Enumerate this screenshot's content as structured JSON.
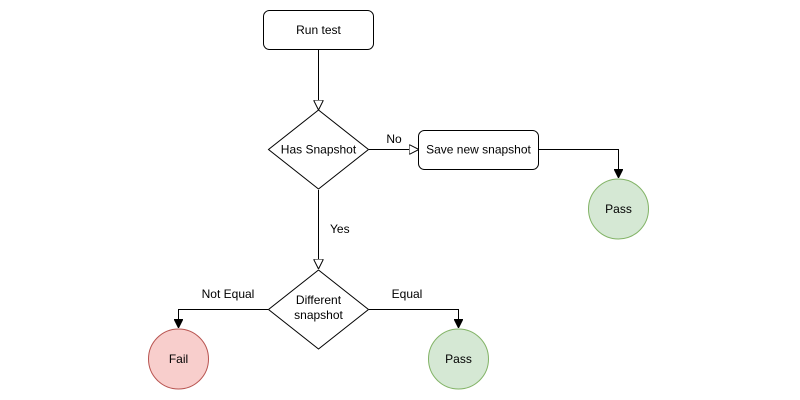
{
  "colors": {
    "process_fill": "#ffffff",
    "process_stroke": "#000000",
    "pass_fill": "#d5e8d4",
    "pass_stroke": "#82b366",
    "fail_fill": "#f8cecc",
    "fail_stroke": "#b85450"
  },
  "nodes": {
    "run_test": {
      "label": "Run test",
      "shape": "rounded-rectangle"
    },
    "has_snapshot": {
      "label": "Has Snapshot",
      "shape": "diamond"
    },
    "save_snapshot": {
      "label": "Save new snapshot",
      "shape": "rounded-rectangle"
    },
    "pass_top": {
      "label": "Pass",
      "shape": "circle"
    },
    "different_snapshot": {
      "line1": "Different",
      "line2": "snapshot",
      "shape": "diamond"
    },
    "fail": {
      "label": "Fail",
      "shape": "circle"
    },
    "pass_bottom": {
      "label": "Pass",
      "shape": "circle"
    }
  },
  "edges": {
    "run_to_has": {
      "from": "Run test",
      "to": "Has Snapshot",
      "label": "",
      "arrow": "open"
    },
    "has_to_save": {
      "from": "Has Snapshot",
      "to": "Save new snapshot",
      "label": "No",
      "arrow": "open"
    },
    "save_to_pass": {
      "from": "Save new snapshot",
      "to": "Pass",
      "label": "",
      "arrow": "filled"
    },
    "has_to_diff": {
      "from": "Has Snapshot",
      "to": "Different snapshot",
      "label": "Yes",
      "arrow": "open"
    },
    "diff_to_fail": {
      "from": "Different snapshot",
      "to": "Fail",
      "label": "Not Equal",
      "arrow": "filled"
    },
    "diff_to_pass": {
      "from": "Different snapshot",
      "to": "Pass",
      "label": "Equal",
      "arrow": "filled"
    }
  }
}
